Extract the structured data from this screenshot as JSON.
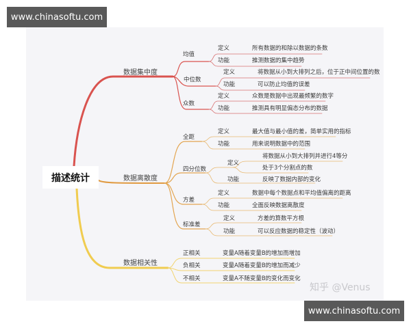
{
  "watermarks": {
    "top": "www.chinasoftu.com",
    "bottom": "www.chinasoftu.com",
    "credit": "知乎 @Venus"
  },
  "colors": {
    "central": "#e05a5a",
    "dispersion": "#e8a040",
    "correlation": "#f0d060",
    "panel": "#f5f5f8"
  },
  "root": "描述统计",
  "branches": [
    {
      "label": "数据集中度",
      "children": [
        {
          "label": "均值",
          "items": [
            {
              "k": "定义",
              "v": "所有数据的和除以数据的条数"
            },
            {
              "k": "功能",
              "v": "推测数据的集中趋势"
            }
          ]
        },
        {
          "label": "中位数",
          "items": [
            {
              "k": "定义",
              "v": "将数据从小到大排列之后，位于正中间位置的数"
            },
            {
              "k": "功能",
              "v": "可以防止均值的误差"
            }
          ]
        },
        {
          "label": "众数",
          "items": [
            {
              "k": "定义",
              "v": "众数是数据中出现最频繁的数字"
            },
            {
              "k": "功能",
              "v": "推测具有明显偏态分布的数据"
            }
          ]
        }
      ]
    },
    {
      "label": "数据离散度",
      "children": [
        {
          "label": "全距",
          "items": [
            {
              "k": "定义",
              "v": "最大值与最小值的差，简单实用的指标"
            },
            {
              "k": "功能",
              "v": "用来说明数据中的范围"
            }
          ]
        },
        {
          "label": "四分位数",
          "def_label": "定义",
          "def_items": [
            "将数据从小到大排列并进行4等分",
            "处于3个分割点的数"
          ],
          "func": {
            "k": "功能",
            "v": "反映了数据内部的变化"
          }
        },
        {
          "label": "方差",
          "items": [
            {
              "k": "定义",
              "v": "数据中每个数据点和平均值偏离的距离"
            },
            {
              "k": "功能",
              "v": "全面反映数据离散度"
            }
          ]
        },
        {
          "label": "标准差",
          "items": [
            {
              "k": "定义",
              "v": "方差的算数平方根"
            },
            {
              "k": "功能",
              "v": "可以反应数据的稳定性（波动）"
            }
          ]
        }
      ]
    },
    {
      "label": "数据相关性",
      "children": [
        {
          "label": "正相关",
          "v": "变量A随着变量B的增加而增加"
        },
        {
          "label": "负相关",
          "v": "变量A随着变量B的增加而减少"
        },
        {
          "label": "不相关",
          "v": "变量A不随变量B的变化而变化"
        }
      ]
    }
  ]
}
